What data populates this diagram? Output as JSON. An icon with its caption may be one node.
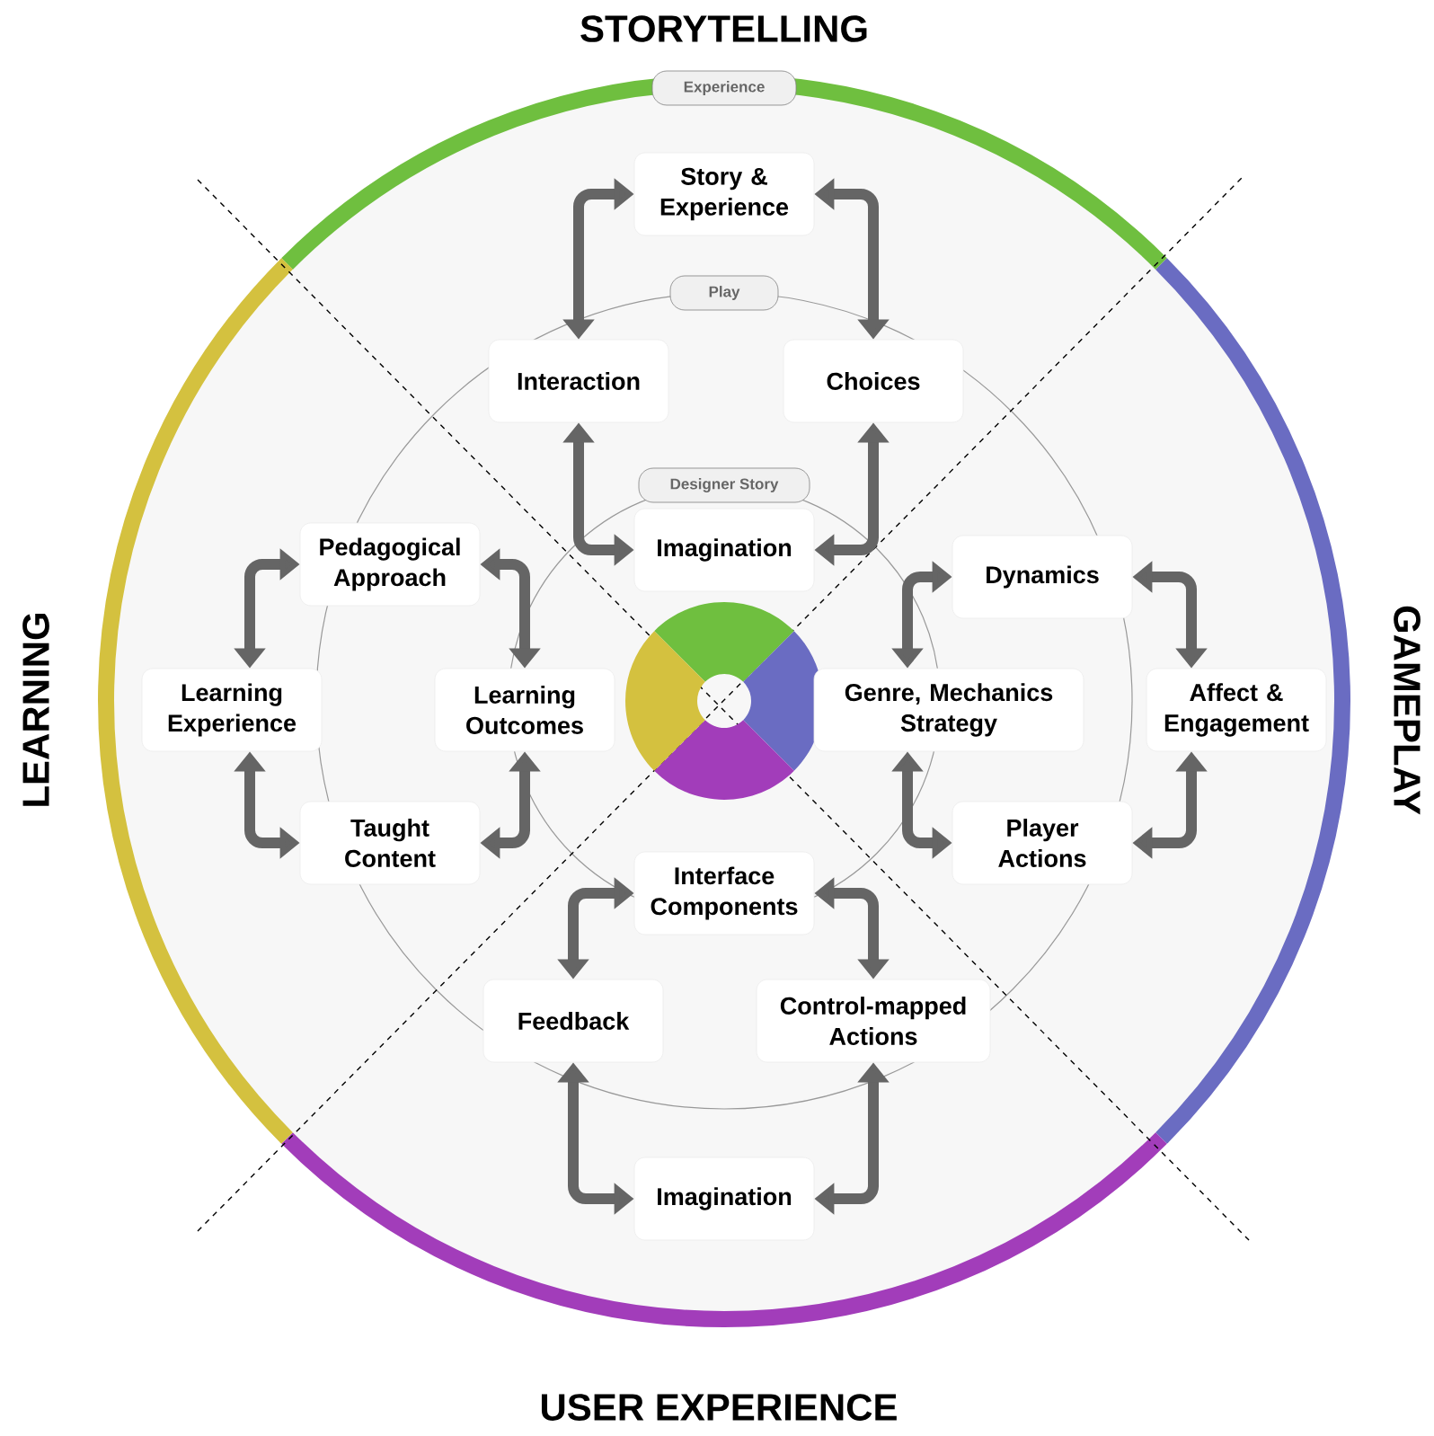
{
  "diagram": {
    "nodes": [
      {
        "text": [
          "Experience"
        ]
      },
      {
        "text": [
          "Story & Experience"
        ]
      },
      {
        "text": [
          "Play"
        ]
      },
      {
        "text": [
          "Interaction"
        ]
      },
      {
        "text": [
          "Choices"
        ]
      },
      {
        "text": [
          "Designer Story"
        ]
      },
      {
        "text": [
          "Imagination"
        ]
      },
      {
        "text": [
          "Pedagogical Approach"
        ]
      },
      {
        "text": [
          "Dynamics"
        ]
      },
      {
        "text": [
          "Learning Experience"
        ]
      },
      {
        "text": [
          "Learning Outcomes"
        ]
      },
      {
        "text": [
          "Genre, Mechanics Strategy"
        ]
      },
      {
        "text": [
          "Affect & Engagement"
        ]
      },
      {
        "text": [
          "Taught Content"
        ]
      },
      {
        "text": [
          "Player Actions"
        ]
      },
      {
        "text": [
          "Interface Components"
        ]
      },
      {
        "text": [
          "Feedback"
        ]
      },
      {
        "text": [
          "Control-mapped Actions"
        ]
      },
      {
        "text": [
          "Imagination"
        ]
      }
    ],
    "edges": [
      {
        "from": 1,
        "to": 3,
        "arrow": "both"
      },
      {
        "from": 1,
        "to": 4,
        "arrow": "both"
      },
      {
        "from": 3,
        "to": 6,
        "arrow": "both"
      },
      {
        "from": 4,
        "to": 6,
        "arrow": "both"
      },
      {
        "from": 7,
        "to": 9,
        "arrow": "both"
      },
      {
        "from": 7,
        "to": 10,
        "arrow": "both"
      },
      {
        "from": 9,
        "to": 13,
        "arrow": "both"
      },
      {
        "from": 10,
        "to": 13,
        "arrow": "both"
      },
      {
        "from": 8,
        "to": 11,
        "arrow": "both"
      },
      {
        "from": 8,
        "to": 12,
        "arrow": "both"
      },
      {
        "from": 11,
        "to": 14,
        "arrow": "both"
      },
      {
        "from": 12,
        "to": 14,
        "arrow": "both"
      },
      {
        "from": 15,
        "to": 16,
        "arrow": "both"
      },
      {
        "from": 15,
        "to": 17,
        "arrow": "both"
      },
      {
        "from": 16,
        "to": 18,
        "arrow": "both"
      },
      {
        "from": 17,
        "to": 18,
        "arrow": "both"
      }
    ],
    "labels": [
      "STORYTELLING",
      "LEARNING",
      "GAMEPLAY",
      "USER EXPERIENCE"
    ]
  }
}
